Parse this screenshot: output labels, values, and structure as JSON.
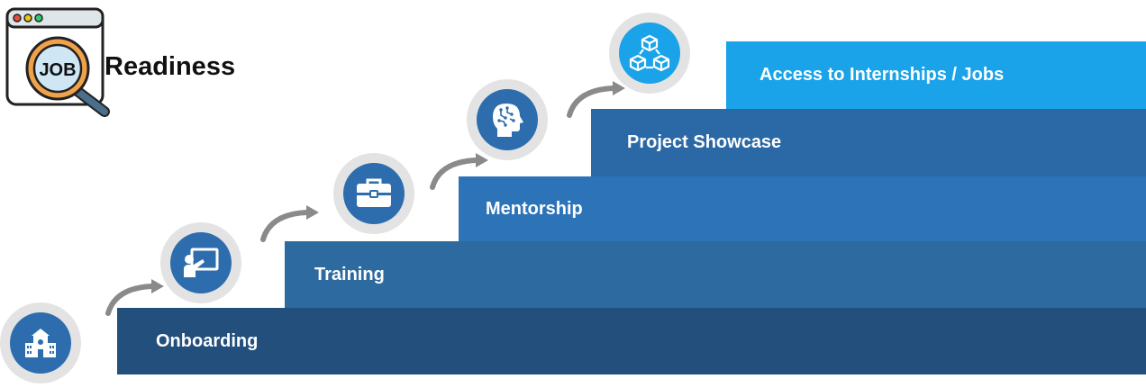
{
  "title": "Readiness",
  "logo": {
    "text": "JOB",
    "icon": "job-search-magnifier-icon"
  },
  "colors": {
    "step1": "#234f7d",
    "step2": "#2c6a9f",
    "step3": "#2d73b8",
    "step4": "#2a69a5",
    "step5": "#1aa3e8",
    "circle_ring": "#e3e3e3",
    "circle_fill": "#2d6dae",
    "circle_fill_highlight": "#1aa3e8"
  },
  "steps": [
    {
      "label": "Onboarding",
      "icon": "school-building-icon"
    },
    {
      "label": "Training",
      "icon": "presentation-board-icon"
    },
    {
      "label": "Mentorship",
      "icon": "briefcase-icon"
    },
    {
      "label": "Project Showcase",
      "icon": "ai-head-icon"
    },
    {
      "label": "Access to Internships / Jobs",
      "icon": "network-cubes-icon"
    }
  ]
}
